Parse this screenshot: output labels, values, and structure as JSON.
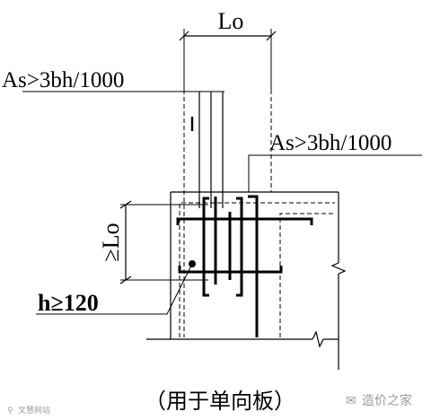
{
  "labels": {
    "top_dim": "Lo",
    "as_left": "As>3bh/1000",
    "as_right": "As>3bh/1000",
    "vertical_dim": "≥Lo",
    "h_label": "h≥120",
    "caption": "（用于单向板）"
  },
  "watermarks": {
    "left": "文慧网站",
    "right": "造价之家"
  }
}
